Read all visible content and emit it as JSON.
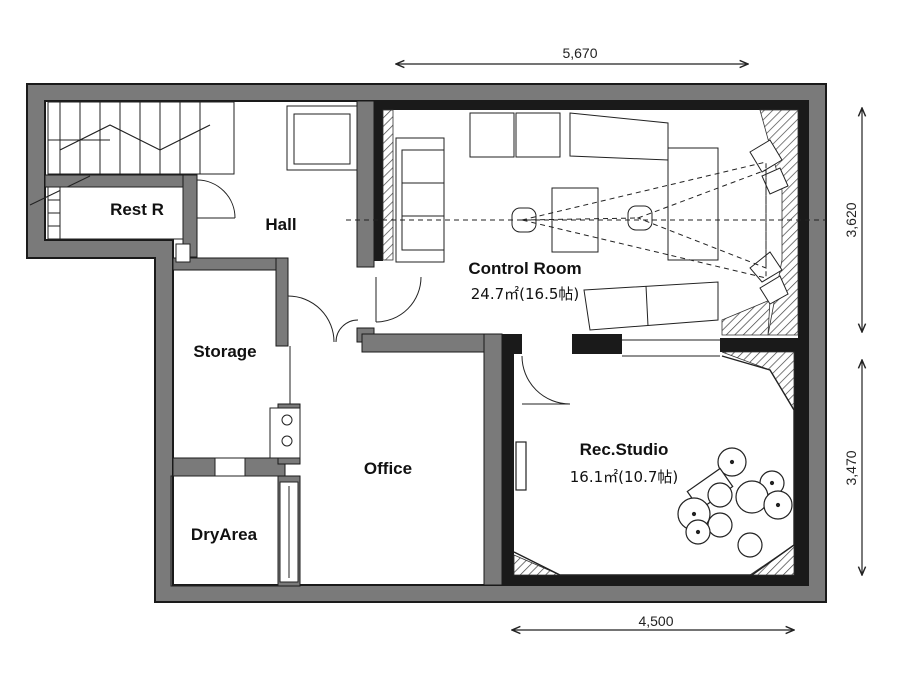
{
  "dimensions": {
    "top": "5,670",
    "bottom": "4,500",
    "right_upper": "3,620",
    "right_lower": "3,470"
  },
  "rooms": {
    "rest_room": "Rest R",
    "hall": "Hall",
    "control_room": "Control Room",
    "control_room_area": "24.7㎡(16.5帖)",
    "storage": "Storage",
    "office": "Office",
    "rec_studio": "Rec.Studio",
    "rec_studio_area": "16.1㎡(10.7帖)",
    "dry_area": "DryArea"
  },
  "colors": {
    "wall": "#1a1a1a",
    "wall_shade": "#7a7a7a",
    "hatch": "#444444",
    "line": "#222222",
    "background": "#ffffff"
  }
}
